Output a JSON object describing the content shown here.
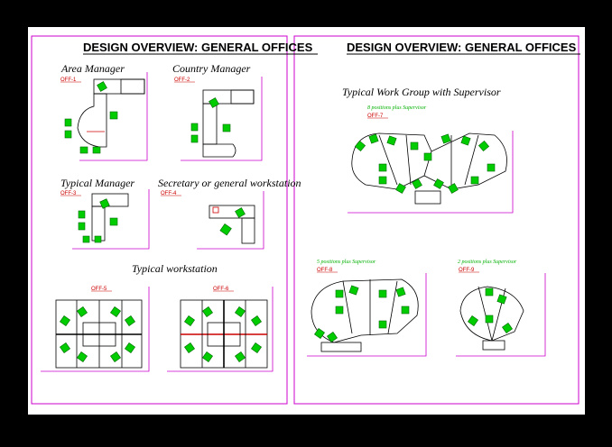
{
  "sheet_titles": [
    "DESIGN OVERVIEW: GENERAL OFFICES",
    "DESIGN OVERVIEW: GENERAL OFFICES"
  ],
  "labels": {
    "area_manager": "Area Manager",
    "country_manager": "Country Manager",
    "typical_manager": "Typical Manager",
    "secretary": "Secretary or general workstation",
    "typical_workstation": "Typical workstation",
    "work_group": "Typical Work Group with Supervisor"
  },
  "codes": {
    "off1": "OFF-1",
    "off2": "OFF-2",
    "off3": "OFF-3",
    "off4": "OFF-4",
    "off5": "OFF-5",
    "off6": "OFF-6",
    "off7": "OFF-7",
    "off8": "OFF-8",
    "off9": "OFF-9"
  },
  "notes": {
    "off7": "8 positions plus Supervisor",
    "off8": "5 positions plus Supervisor",
    "off9": "2 positions plus Supervisor"
  },
  "colors": {
    "background": "#000000",
    "sheet": "#ffffff",
    "frame": "#cc00cc",
    "chair": "#00cc00",
    "code": "#cc0000",
    "lines": "#000000"
  }
}
